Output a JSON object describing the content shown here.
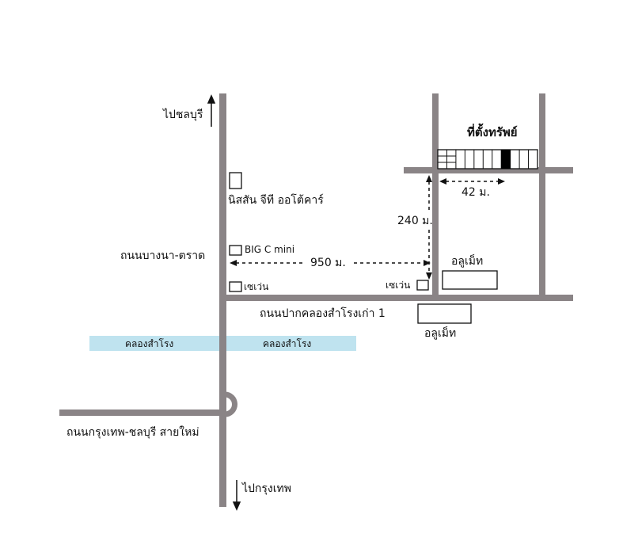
{
  "colors": {
    "road": "#8a8486",
    "canal": "#bfe3ef",
    "ink": "#111111",
    "property": "#000000"
  },
  "labels": {
    "to_chonburi": "ไปชลบุรี",
    "to_bangkok": "ไปกรุงเทพ",
    "nissan": "นิสสัน จีที ออโต้คาร์",
    "bangna_trat_road": "ถนนบางนา-ตราด",
    "big_c_mini": "BIG C mini",
    "seven_eleven_left": "เซเว่น",
    "seven_eleven_right": "เซเว่น",
    "distance_950": "950 ม.",
    "distance_240": "240 ม.",
    "distance_42": "42 ม.",
    "property_location": "ที่ตั้งทรัพย์",
    "aluminum_top": "อลูเม็ท",
    "aluminum_bottom": "อลูเม็ท",
    "pak_khlong_road": "ถนนปากคลองสำโรงเก่า 1",
    "canal_left": "คลองสำโรง",
    "canal_right": "คลองสำโรง",
    "new_bangkok_chonburi_road": "ถนนกรุงเทพ-ชลบุรี สายใหม่"
  },
  "property": {
    "segment_count": 11,
    "highlighted_segment": 7
  }
}
